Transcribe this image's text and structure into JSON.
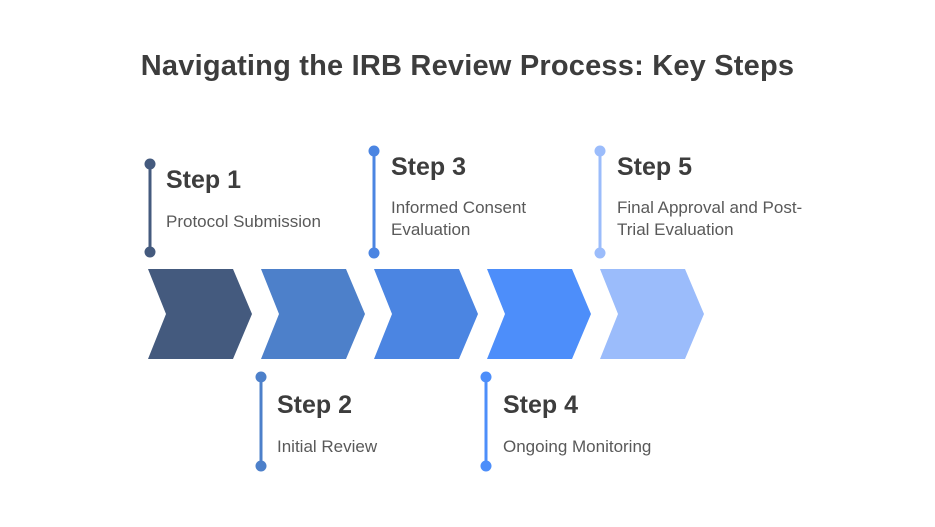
{
  "title": "Navigating the IRB Review Process: Key Steps",
  "diagram": {
    "type": "horizontal-chevron-process",
    "background_color": "#ffffff",
    "title_color": "#3d3d3d",
    "description_color": "#595959",
    "steps": [
      {
        "label": "Step 1",
        "description": "Protocol Submission",
        "color": "#445A7E",
        "position": "top"
      },
      {
        "label": "Step 2",
        "description": "Initial Review",
        "color": "#4D80CA",
        "position": "bottom"
      },
      {
        "label": "Step 3",
        "description": "Informed Consent Evaluation",
        "color": "#4B85E2",
        "position": "top"
      },
      {
        "label": "Step 4",
        "description": "Ongoing Monitoring",
        "color": "#4D8EFA",
        "position": "bottom"
      },
      {
        "label": "Step 5",
        "description": "Final Approval and Post-Trial Evaluation",
        "color": "#9BBCFB",
        "position": "top"
      }
    ]
  }
}
